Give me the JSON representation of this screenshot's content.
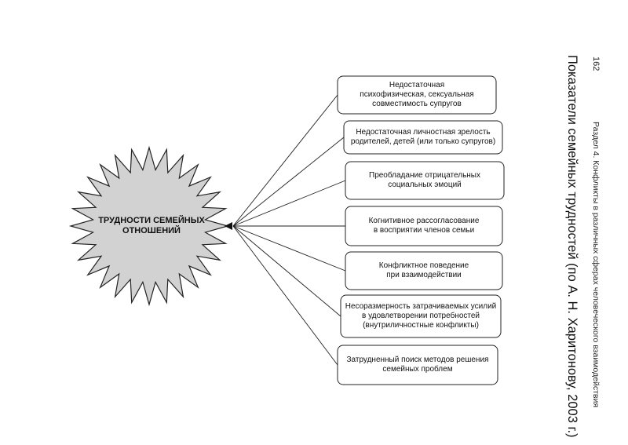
{
  "page": {
    "number": "162",
    "running_head": "Раздел 4. Конфликты в различных сферах человеческого взаимодействия",
    "title": "Показатели семейных трудностей (по А. Н. Харитонову, 2003 г.)"
  },
  "diagram": {
    "center_label_line1": "ТРУДНОСТИ СЕМЕЙНЫХ",
    "center_label_line2": "ОТНОШЕНИЙ",
    "boxes": [
      {
        "lines": [
          "Недостаточная",
          "психофизическая, сексуальная",
          "совместимость супругов"
        ]
      },
      {
        "lines": [
          "Недостаточная личностная зрелость",
          "родителей, детей (или только супругов)"
        ]
      },
      {
        "lines": [
          "Преобладание отрицательных",
          "социальных эмоций"
        ]
      },
      {
        "lines": [
          "Когнитивное рассогласование",
          "в восприятии членов семьи"
        ]
      },
      {
        "lines": [
          "Конфликтное поведение",
          "при взаимодействии"
        ]
      },
      {
        "lines": [
          "Несоразмерность затрачиваемых усилий",
          "в удовлетворении потребностей",
          "(внутриличностные конфликты)"
        ]
      },
      {
        "lines": [
          "Затрудненный поиск методов решения",
          "семейных проблем"
        ]
      }
    ]
  }
}
